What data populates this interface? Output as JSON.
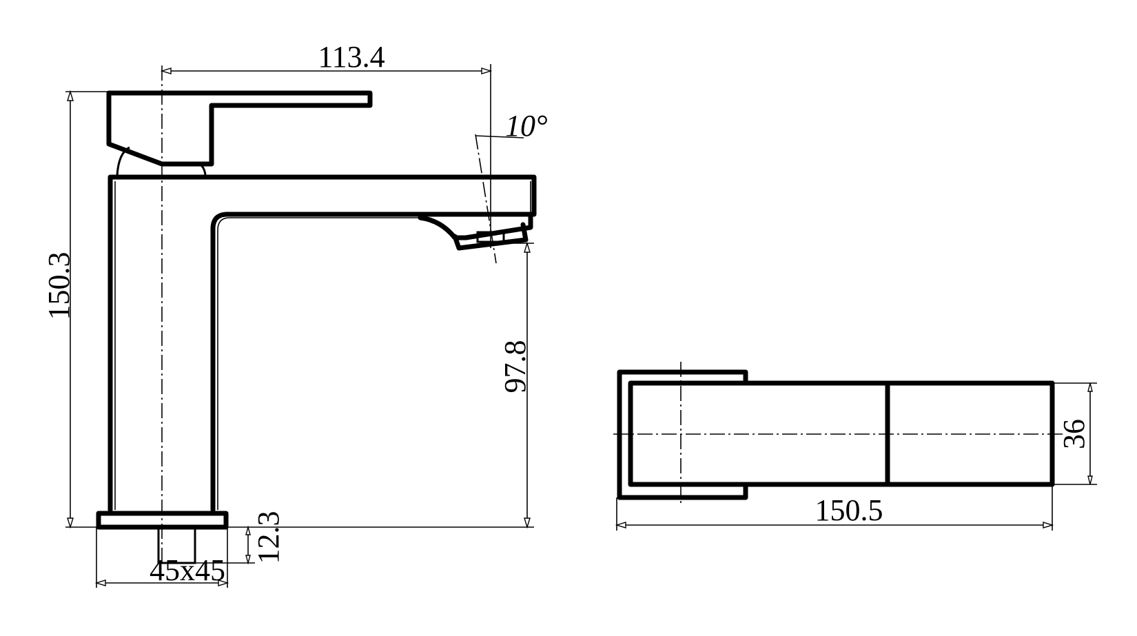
{
  "drawing": {
    "type": "technical-drawing",
    "subject": "basin mixer tap",
    "line_color": "#000000",
    "background": "#ffffff"
  },
  "side_view": {
    "dimensions": {
      "spout_reach": "113.4",
      "total_height": "150.3",
      "spout_height": "97.8",
      "shank_length": "12.3",
      "base_size": "45x45",
      "aerator_angle": "10°"
    }
  },
  "top_view": {
    "dimensions": {
      "total_length": "150.5",
      "width": "36"
    }
  }
}
